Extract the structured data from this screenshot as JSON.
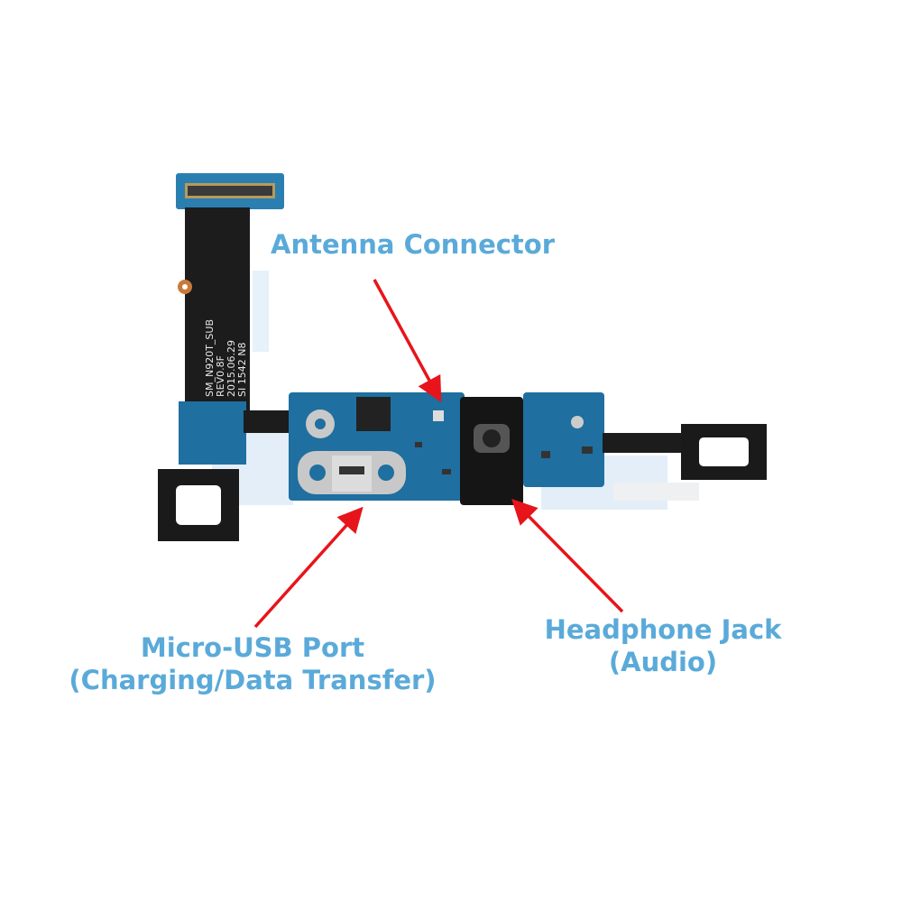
{
  "labels": {
    "antenna": "Antenna Connector",
    "usb_line1": "Micro-USB Port",
    "usb_line2": "(Charging/Data Transfer)",
    "audio_line1": "Headphone Jack",
    "audio_line2": "(Audio)"
  },
  "board_print": {
    "line1": "SM_N920T_SUB",
    "line2": "REV0.8F",
    "line3": "2015.06.29",
    "line4": "SI 1542  N8"
  },
  "colors": {
    "label": "#5aaad9",
    "arrow": "#e8141b",
    "pcb": "#1f6fa0"
  }
}
